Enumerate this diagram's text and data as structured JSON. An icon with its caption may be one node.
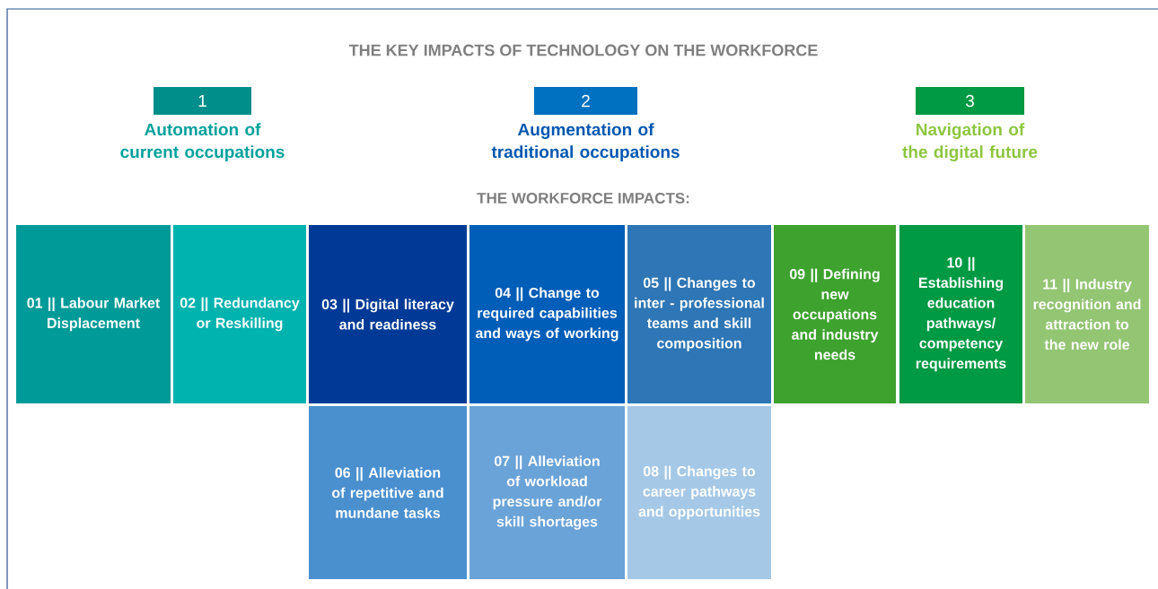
{
  "diagram": {
    "title": "THE KEY IMPACTS OF TECHNOLOGY ON THE WORKFORCE",
    "nodes": [
      {
        "text": [
          "1",
          "Automation of current occupations"
        ]
      },
      {
        "text": [
          "2",
          "Augmentation of traditional occupations"
        ]
      },
      {
        "text": [
          "3",
          "Navigation of the digital future"
        ]
      },
      {
        "text": [
          "01 || Labour Market Displacement"
        ]
      },
      {
        "text": [
          "02 || Redundancy or Reskilling"
        ]
      },
      {
        "text": [
          "03 || Digital literacy and readiness"
        ]
      },
      {
        "text": [
          "04 || Change to required capabilities and ways of working"
        ]
      },
      {
        "text": [
          "05 || Changes to inter - professional teams and skill composition"
        ]
      },
      {
        "text": [
          "09 || Defining new occupations and industry needs"
        ]
      },
      {
        "text": [
          "10 || Establishing education pathways/ competency requirements"
        ]
      },
      {
        "text": [
          "11 || Industry recognition and attraction to the new role"
        ]
      },
      {
        "text": [
          "06 || Alleviation of repetitive and mundane tasks"
        ]
      },
      {
        "text": [
          "07 || Alleviation of workload pressure and/or skill shortages"
        ]
      },
      {
        "text": [
          "08 || Changes to career pathways and opportunities"
        ]
      }
    ],
    "labels": [
      "THE WORKFORCE IMPACTS:"
    ]
  }
}
